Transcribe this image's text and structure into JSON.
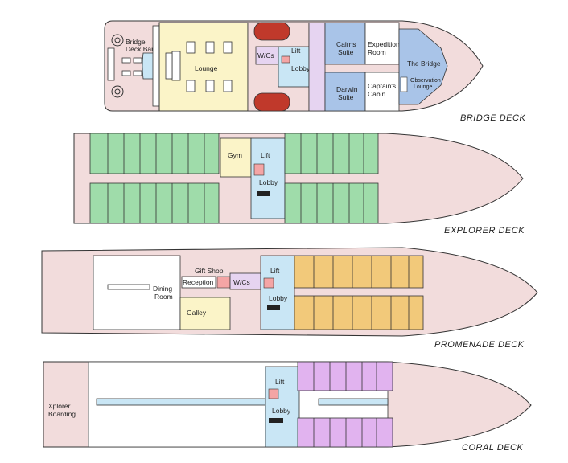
{
  "colors": {
    "hull": "#f2dcdc",
    "outline": "#333333",
    "green": "#9fdcaa",
    "orange": "#f2c97a",
    "purple": "#e1b3ef",
    "blue": "#c9e6f5",
    "suite": "#a9c4e8",
    "yellow": "#fbf4c8",
    "lavender": "#e6d4f1",
    "red": "#c0392b",
    "lift": "#f4a5a5",
    "bridge": "#a9c4e8"
  },
  "bridge_deck": {
    "name": "BRIDGE DECK",
    "bar_label_1": "Bridge",
    "bar_label_2": "Deck Bar",
    "lounge": "Lounge",
    "wc": "W/Cs",
    "lift": "Lift",
    "lobby": "Lobby",
    "cairns_1": "Cairns",
    "cairns_2": "Suite",
    "darwin_1": "Darwin",
    "darwin_2": "Suite",
    "expedition_1": "Expedition",
    "expedition_2": "Room",
    "captain_1": "Captain's",
    "captain_2": "Cabin",
    "the_bridge": "The Bridge",
    "observation_1": "Observation",
    "observation_2": "Lounge"
  },
  "explorer_deck": {
    "name": "EXPLORER DECK",
    "gym": "Gym",
    "lift": "Lift",
    "lobby": "Lobby"
  },
  "promenade_deck": {
    "name": "PROMENADE DECK",
    "gift_shop": "Gift Shop",
    "reception": "Reception",
    "wc": "W/Cs",
    "lift": "Lift",
    "lobby": "Lobby",
    "dining_1": "Dining",
    "dining_2": "Room",
    "galley": "Galley"
  },
  "coral_deck": {
    "name": "CORAL DECK",
    "xplorer_1": "Xplorer",
    "xplorer_2": "Boarding",
    "lift": "Lift",
    "lobby": "Lobby"
  }
}
